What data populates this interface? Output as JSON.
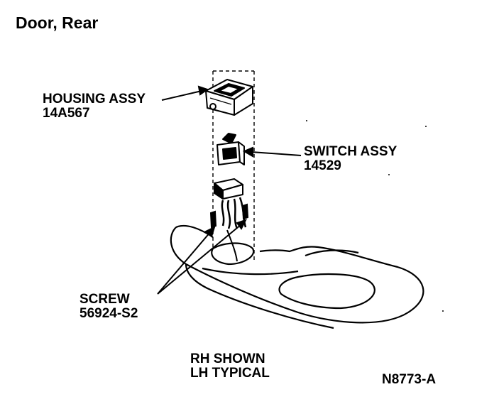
{
  "title": "Door, Rear",
  "callouts": {
    "housing": {
      "name": "HOUSING ASSY",
      "part_no": "14A567"
    },
    "switch": {
      "name": "SWITCH ASSY",
      "part_no": "14529"
    },
    "screw": {
      "name": "SCREW",
      "part_no": "56924-S2"
    }
  },
  "note": {
    "line1": "RH SHOWN",
    "line2": "LH TYPICAL"
  },
  "figure_id": "N8773-A"
}
